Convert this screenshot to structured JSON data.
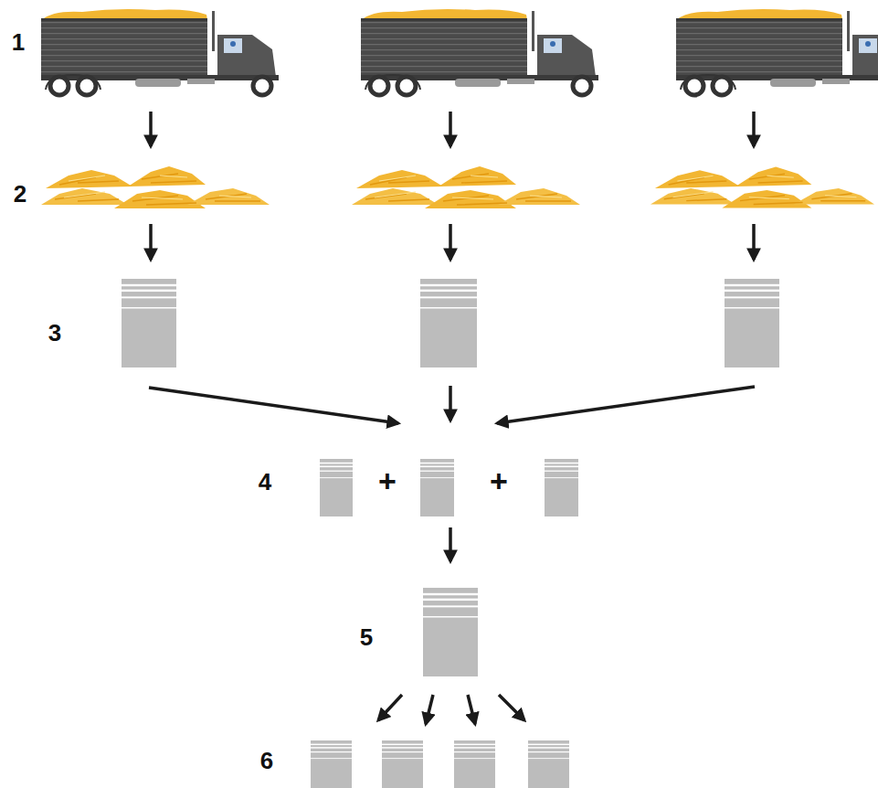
{
  "diagram": {
    "labels": [
      "1",
      "2",
      "3",
      "4",
      "+",
      "+",
      "5",
      "6"
    ]
  }
}
